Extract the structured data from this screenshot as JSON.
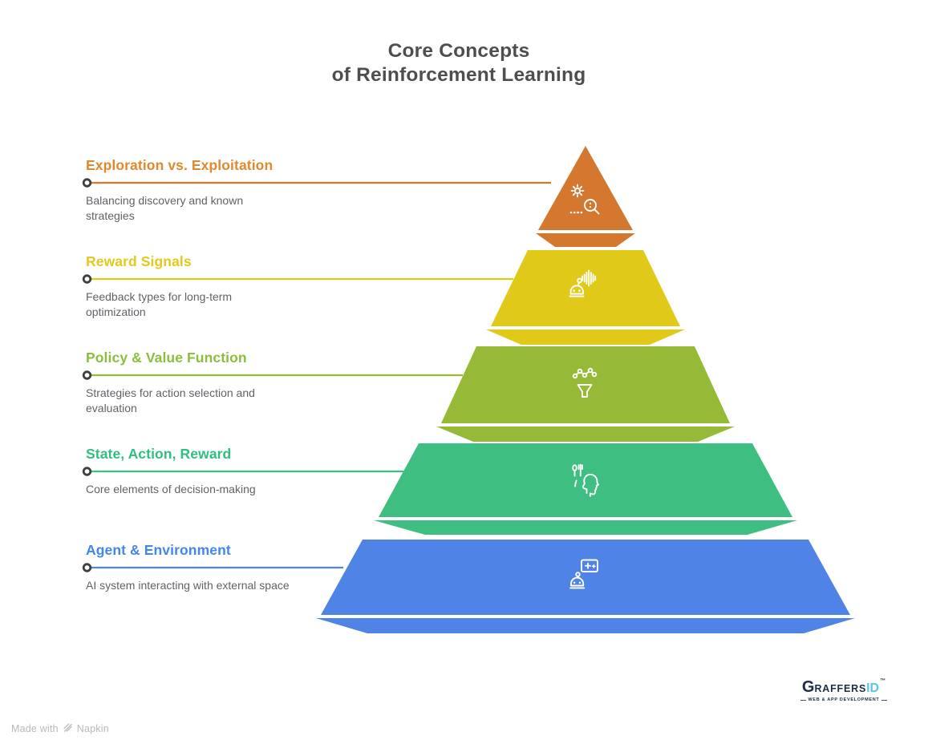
{
  "heading": {
    "line1": "Core Concepts",
    "line2": "of Reinforcement Learning"
  },
  "levels": [
    {
      "title": "Exploration vs. Exploitation",
      "description": "Balancing discovery and known strategies",
      "color": "#D4782F",
      "title_color": "#E0892E",
      "icon": "exploration-search-icon"
    },
    {
      "title": "Reward Signals",
      "description": "Feedback types for long-term optimization",
      "color": "#E0C918",
      "title_color": "#E4C81F",
      "icon": "reward-signal-icon"
    },
    {
      "title": "Policy & Value Function",
      "description": "Strategies for action selection and evaluation",
      "color": "#96B937",
      "title_color": "#8CBE3E",
      "icon": "policy-funnel-icon"
    },
    {
      "title": "State, Action, Reward",
      "description": "Core elements of decision-making",
      "color": "#3EBE81",
      "title_color": "#2FBE7F",
      "icon": "decision-head-icon"
    },
    {
      "title": "Agent & Environment",
      "description": "AI system interacting with external space",
      "color": "#4F83E5",
      "title_color": "#4486EC",
      "icon": "agent-environment-icon"
    }
  ],
  "colors": {
    "heading_text": "#4E4E4E",
    "description_text": "#5F6368",
    "marker_stroke": "#3C4043",
    "marker_fill": "#FFFFFF",
    "icon_stroke": "#FFFFFF",
    "footer_text": "#B6BABF",
    "logo_navy": "#1C2B4A",
    "logo_blue": "#58C7EA"
  },
  "footer": {
    "made_with": "Made with",
    "brand": "Napkin"
  },
  "logo": {
    "letter": "G",
    "name": "RAFFERS",
    "suffix": "ID",
    "tm": "™",
    "tagline": "WEB & APP DEVELOPMENT"
  }
}
